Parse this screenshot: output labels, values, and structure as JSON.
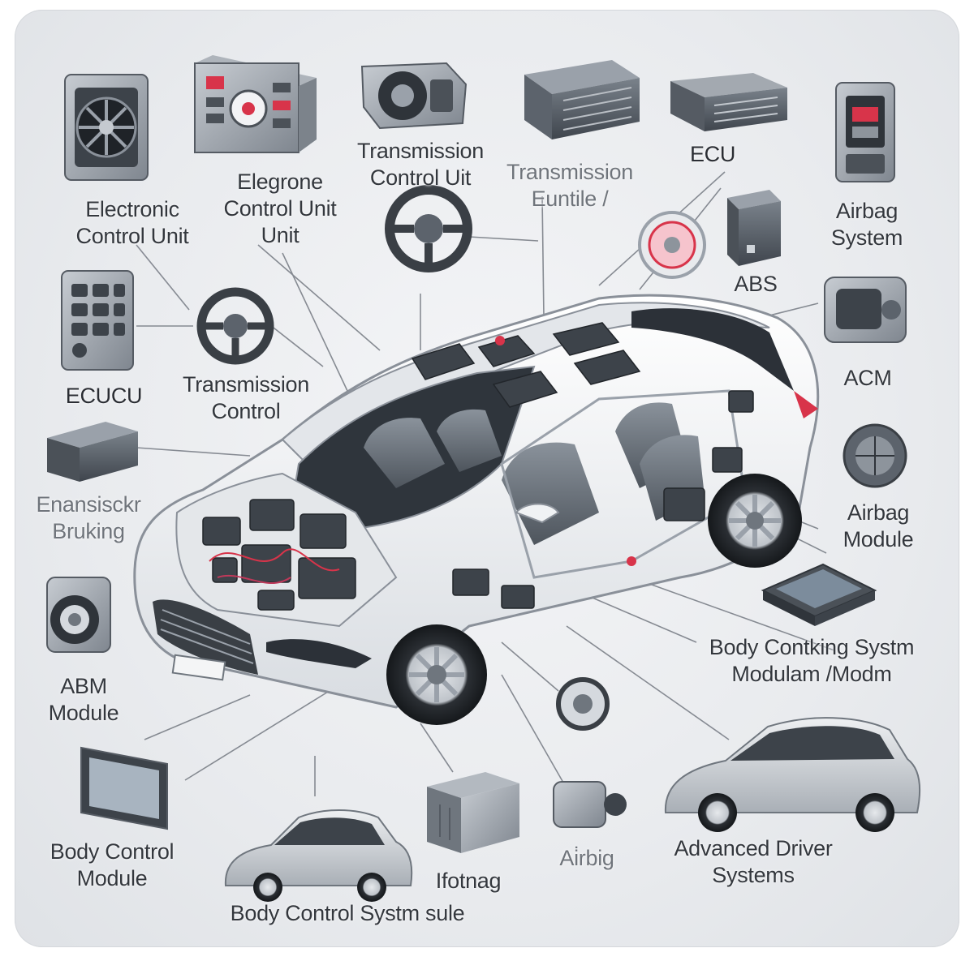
{
  "labels": [
    {
      "text": "Electronic\nControl Unit"
    },
    {
      "text": "Elegrone\nControl Unit\nUnit"
    },
    {
      "text": "Transmission\nControl Uit"
    },
    {
      "text": "Transmission\nEuntile /"
    },
    {
      "text": "ECU"
    },
    {
      "text": "Airbag\nSystem"
    },
    {
      "text": "ABS"
    },
    {
      "text": "ECUCU"
    },
    {
      "text": "Transmission\nControl"
    },
    {
      "text": "ACM"
    },
    {
      "text": "Enansisckr\nBruking"
    },
    {
      "text": "Airbag\nModule"
    },
    {
      "text": "Body Contking Systm\nModulam /Modm"
    },
    {
      "text": "ABM\nModule"
    },
    {
      "text": "Body Control\nModule"
    },
    {
      "text": "Ifotnag"
    },
    {
      "text": "Body Control Systm sule"
    },
    {
      "text": "Ai̇rbig"
    },
    {
      "text": "Advanced Driver\nSystems"
    }
  ],
  "colors": {
    "panel": "#e9ebee",
    "module_dark": "#5c636c",
    "module_mid": "#8d949c",
    "accent_red": "#d8344a",
    "car_body": "#f6f7f8"
  }
}
